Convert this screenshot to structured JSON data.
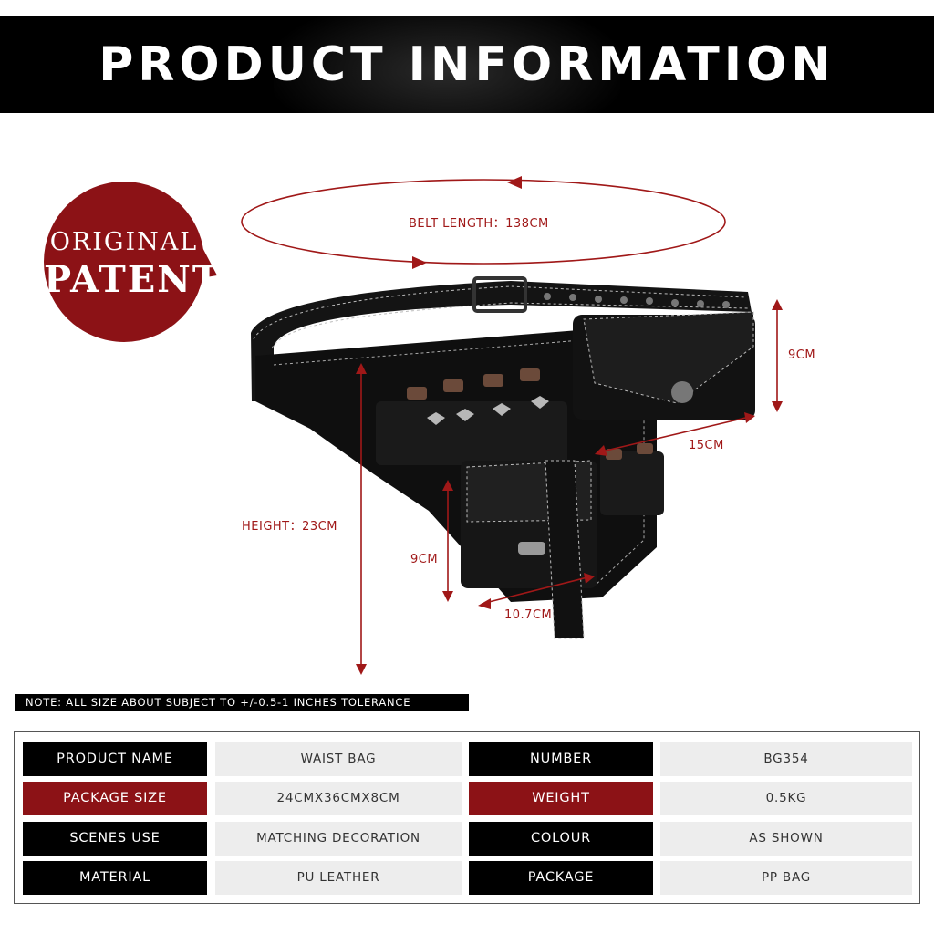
{
  "header": {
    "title": "PRODUCT  INFORMATION"
  },
  "badge": {
    "line1": "ORIGINAL",
    "line2": "PATENT"
  },
  "dimensions": {
    "belt_length": "BELT LENGTH：138CM",
    "height": "HEIGHT：23CM",
    "top_pouch_height": "9CM",
    "top_pouch_width": "15CM",
    "front_pouch_height": "9CM",
    "front_pouch_width": "10.7CM"
  },
  "note": "NOTE: ALL SIZE ABOUT SUBJECT TO +/-0.5-1 INCHES TOLERANCE",
  "specs": [
    {
      "label": "PRODUCT NAME",
      "value": "WAIST BAG",
      "label2": "NUMBER",
      "value2": "BG354"
    },
    {
      "label": "PACKAGE SIZE",
      "value": "24CMX36CMX8CM",
      "label2": "WEIGHT",
      "value2": "0.5KG"
    },
    {
      "label": "SCENES USE",
      "value": "MATCHING DECORATION",
      "label2": "COLOUR",
      "value2": "AS SHOWN"
    },
    {
      "label": "MATERIAL",
      "value": "PU LEATHER",
      "label2": "PACKAGE",
      "value2": "PP BAG"
    }
  ],
  "colors": {
    "accent_red": "#8c1216",
    "dimension_red": "#a01818",
    "label_black": "#000000",
    "value_gray": "#ededed"
  }
}
